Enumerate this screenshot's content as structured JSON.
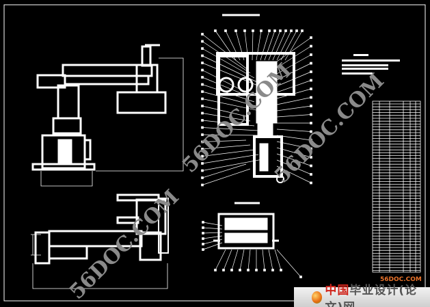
{
  "watermark": {
    "text": "56DOC.COM"
  },
  "logo": {
    "site_small": "56DOC.COM",
    "zh_prefix": "中国",
    "zh_rest": "毕业设计(论文)网"
  },
  "colors": {
    "background": "#000000",
    "lines": "#ffffff",
    "logo_red": "#d0241b"
  }
}
